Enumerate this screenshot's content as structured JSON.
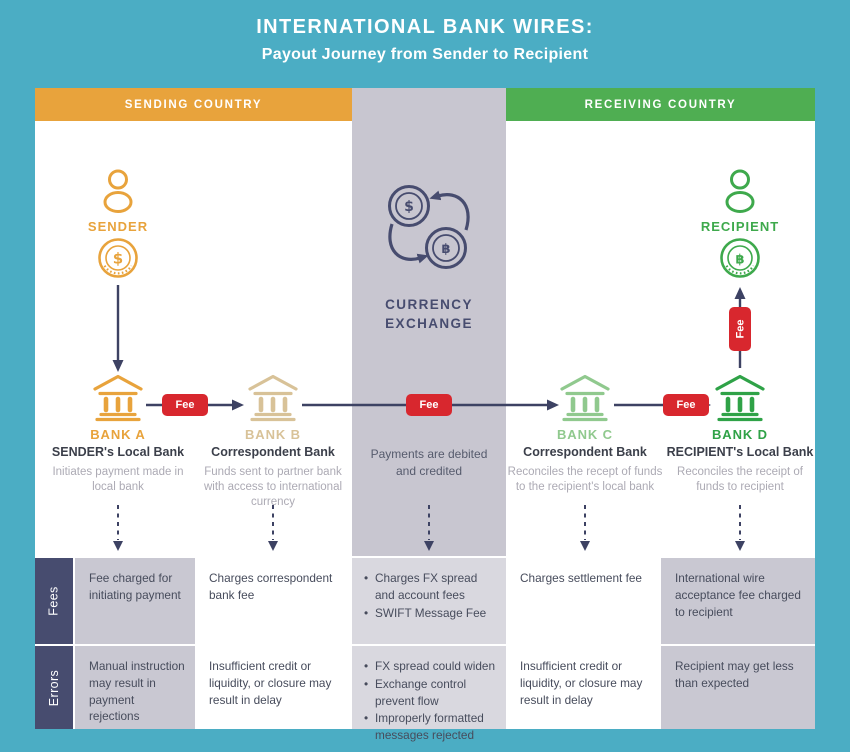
{
  "title": "INTERNATIONAL BANK WIRES:",
  "subtitle": "Payout Journey from Sender to Recipient",
  "headers": {
    "sending": "SENDING COUNTRY",
    "receiving": "RECEIVING COUNTRY"
  },
  "colors": {
    "background_teal": "#4BADC4",
    "sending_orange": "#E8A33C",
    "receiving_green": "#4FAE52",
    "bank_b_tan": "#D8C298",
    "bank_c_light_green": "#90C98E",
    "bank_d_green": "#2FA247",
    "navy": "#474C6F",
    "arrow_navy": "#3D4263",
    "fee_red": "#D8272E",
    "exchange_band_gray": "#C8C6D0",
    "table_gray_cell": "#C9C8D2",
    "table_mid_cell": "#D9D8DF"
  },
  "icons": {
    "sender": "person-icon",
    "recipient": "person-icon",
    "sender_coin": "dollar-coin-icon",
    "recipient_coin": "baht-coin-icon",
    "currency_exchange": "currency-exchange-icon",
    "bank": "bank-building-icon"
  },
  "flow": {
    "fee_label": "Fee",
    "sender": {
      "label": "SENDER",
      "coin_symbol": "$"
    },
    "recipient": {
      "label": "RECIPIENT",
      "coin_symbol": "฿"
    },
    "currency_exchange": {
      "label": "CURRENCY EXCHANGE",
      "coin_top": "$",
      "coin_bottom": "฿"
    },
    "middle_note": "Payments are debited and credited",
    "banks": [
      {
        "label": "BANK A",
        "role": "SENDER's Local Bank",
        "description": "Initiates payment made in local bank"
      },
      {
        "label": "BANK B",
        "role": "Correspondent Bank",
        "description": "Funds sent to partner bank with access to international currency"
      },
      {
        "label": "BANK C",
        "role": "Correspondent Bank",
        "description": "Reconciles the recept of funds to the recipient's local bank"
      },
      {
        "label": "BANK D",
        "role": "RECIPIENT's Local Bank",
        "description": "Reconciles the receipt of funds to recipient"
      }
    ]
  },
  "table": {
    "fees": {
      "label": "Fees",
      "cells": {
        "bank_a": "Fee charged for initiating payment",
        "bank_b": "Charges correspondent bank fee",
        "exchange_items": [
          "Charges FX spread and account fees",
          "SWIFT Message Fee"
        ],
        "bank_c": "Charges settlement fee",
        "bank_d": "International wire acceptance fee charged to recipient"
      }
    },
    "errors": {
      "label": "Errors",
      "cells": {
        "bank_a": "Manual instruction may result in payment rejections",
        "bank_b": "Insufficient credit or liquidity, or closure may result in delay",
        "exchange_items": [
          "FX spread could widen",
          "Exchange control prevent flow",
          "Improperly formatted messages rejected"
        ],
        "bank_c": "Insufficient credit or liquidity, or closure may result in delay",
        "bank_d": "Recipient may get less than expected"
      }
    }
  }
}
